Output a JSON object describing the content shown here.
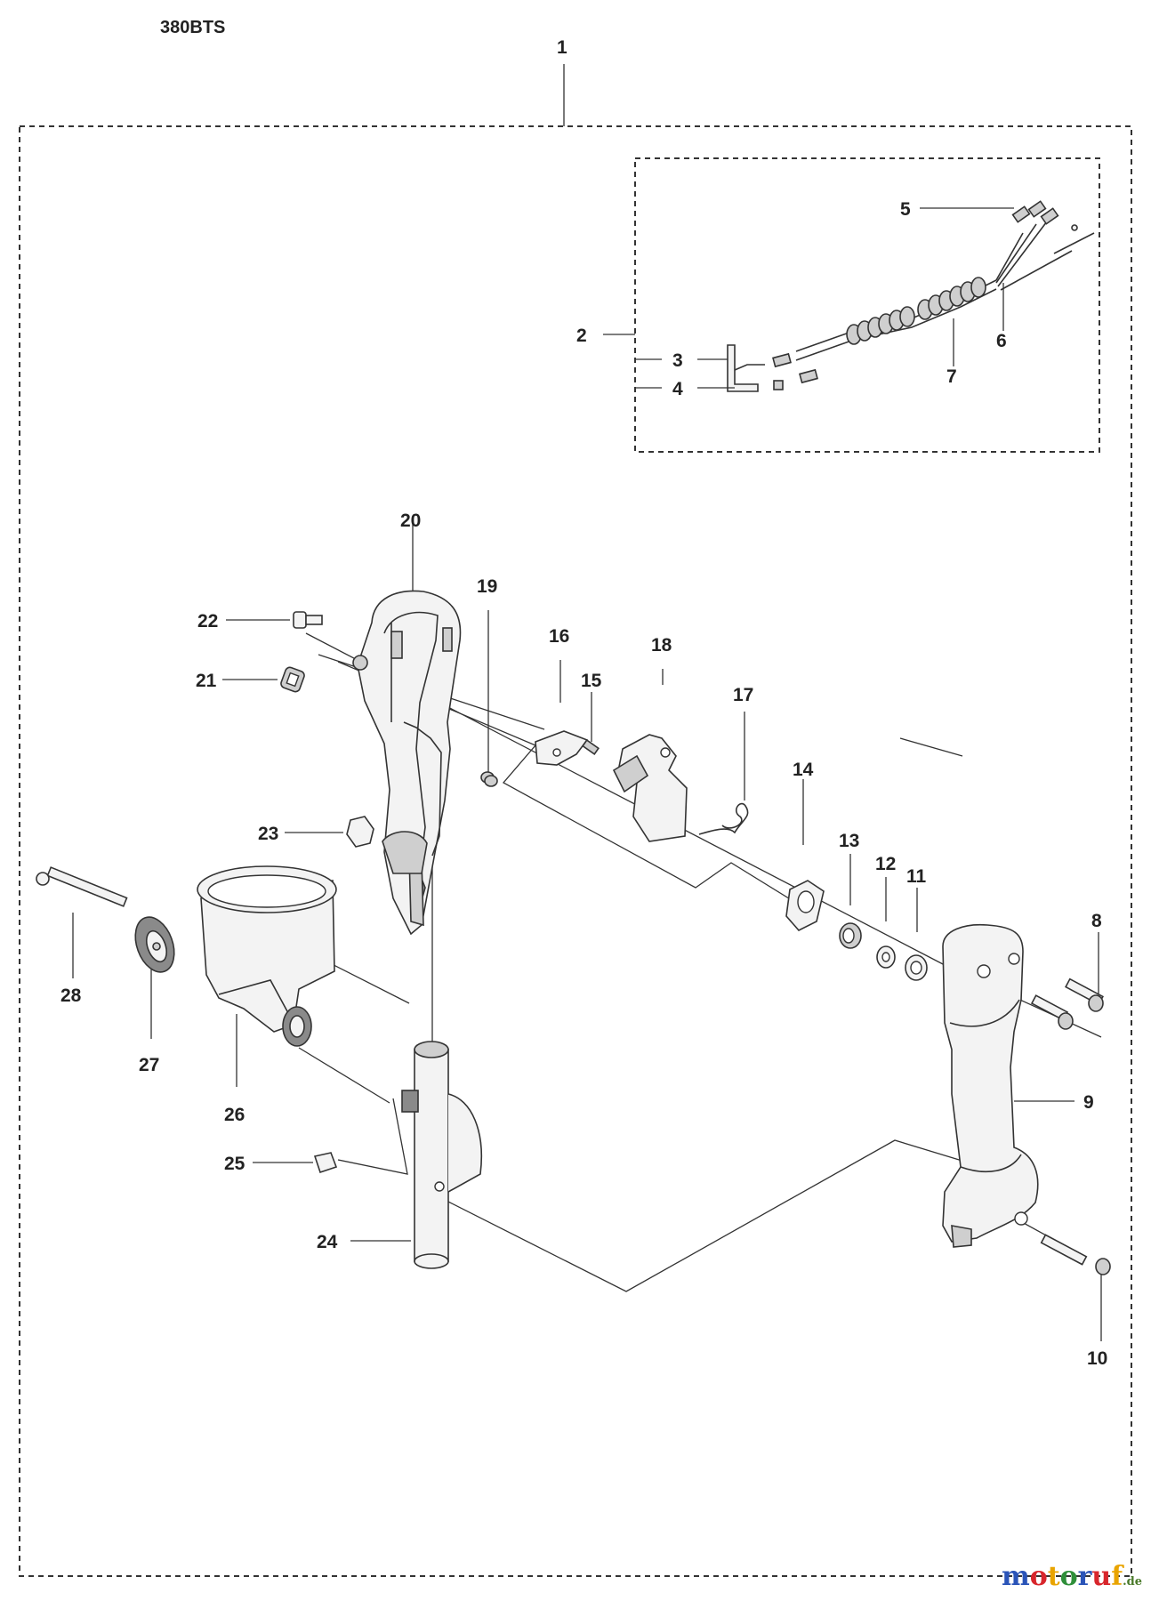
{
  "model": "380BTS",
  "watermark": {
    "name": "motoruf",
    "suffix": ".de",
    "colors": [
      "#2a54b8",
      "#d8262c",
      "#e9a400",
      "#2f8f3a"
    ]
  },
  "labels": {
    "p1": "1",
    "p2": "2",
    "p3": "3",
    "p4": "4",
    "p5": "5",
    "p6": "6",
    "p7": "7",
    "p8": "8",
    "p9": "9",
    "p10": "10",
    "p11": "11",
    "p12": "12",
    "p13": "13",
    "p14": "14",
    "p15": "15",
    "p16": "16",
    "p17": "17",
    "p18": "18",
    "p19": "19",
    "p20": "20",
    "p21": "21",
    "p22": "22",
    "p23": "23",
    "p24": "24",
    "p25": "25",
    "p26": "26",
    "p27": "27",
    "p28": "28"
  }
}
